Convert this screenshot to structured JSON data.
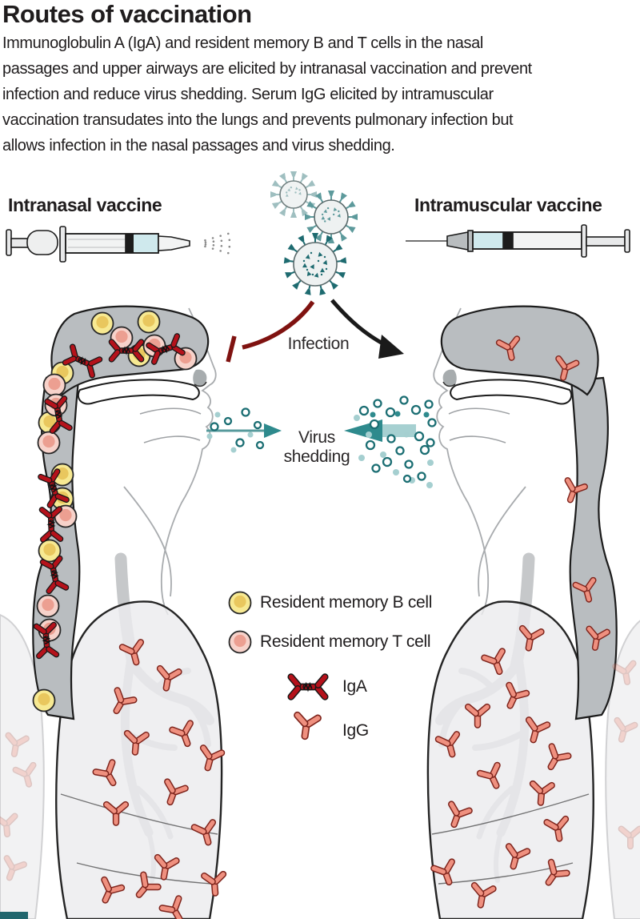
{
  "header": {
    "title": "Routes of vaccination",
    "description_lines": [
      "Immunoglobulin A (IgA) and resident memory B and T cells in the nasal",
      "passages and upper airways are elicited by intranasal vaccination and prevent",
      "infection and reduce virus shedding. Serum IgG elicited by intramuscular",
      "vaccination transudates into the lungs and prevents pulmonary infection but",
      "allows infection in the nasal passages and virus shedding."
    ]
  },
  "sections": {
    "intranasal_label": "Intranasal vaccine",
    "intramuscular_label": "Intramuscular vaccine"
  },
  "annotations": {
    "infection": "Infection",
    "virus_shedding": [
      "Virus",
      "shedding"
    ]
  },
  "legend": {
    "items": [
      {
        "icon": "b-cell-icon",
        "label": "Resident memory B cell"
      },
      {
        "icon": "t-cell-icon",
        "label": "Resident memory T cell"
      },
      {
        "icon": "iga-antibody-icon",
        "label": "IgA"
      },
      {
        "icon": "igg-antibody-icon",
        "label": "IgG"
      }
    ]
  },
  "colors": {
    "iga_red": "#b5121b",
    "igg_salmon": "#ef907f",
    "b_cell_yellow": "#f7e992",
    "t_cell_pink": "#f7d2ca",
    "virus_teal_dark": "#1e6b70",
    "virus_teal_light": "#a5cfd0",
    "airway_grey": "#b9bdc0",
    "inhibit_arrow_red": "#7f1210",
    "infect_arrow_black": "#1a1a1a",
    "footer_teal": "#20666d"
  }
}
